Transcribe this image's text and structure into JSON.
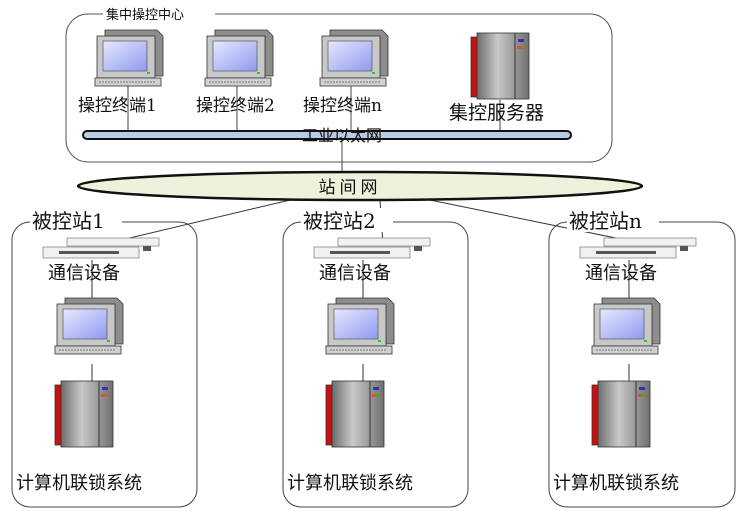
{
  "control_center": {
    "title": "集中操控中心",
    "terminals": [
      "操控终端1",
      "操控终端2",
      "操控终端n"
    ],
    "server": "集控服务器",
    "bus": "工业以太网"
  },
  "inter_station_network": "站间网",
  "stations": [
    {
      "title": "被控站1",
      "comm": "通信设备",
      "system": "计算机联锁系统"
    },
    {
      "title": "被控站2",
      "comm": "通信设备",
      "system": "计算机联锁系统"
    },
    {
      "title": "被控站n",
      "comm": "通信设备",
      "system": "计算机联锁系统"
    }
  ],
  "colors": {
    "screen": "#aab4f4",
    "bus": "#b8cce4",
    "ellipse": "#eef2dc",
    "server_red": "#cc1010"
  }
}
